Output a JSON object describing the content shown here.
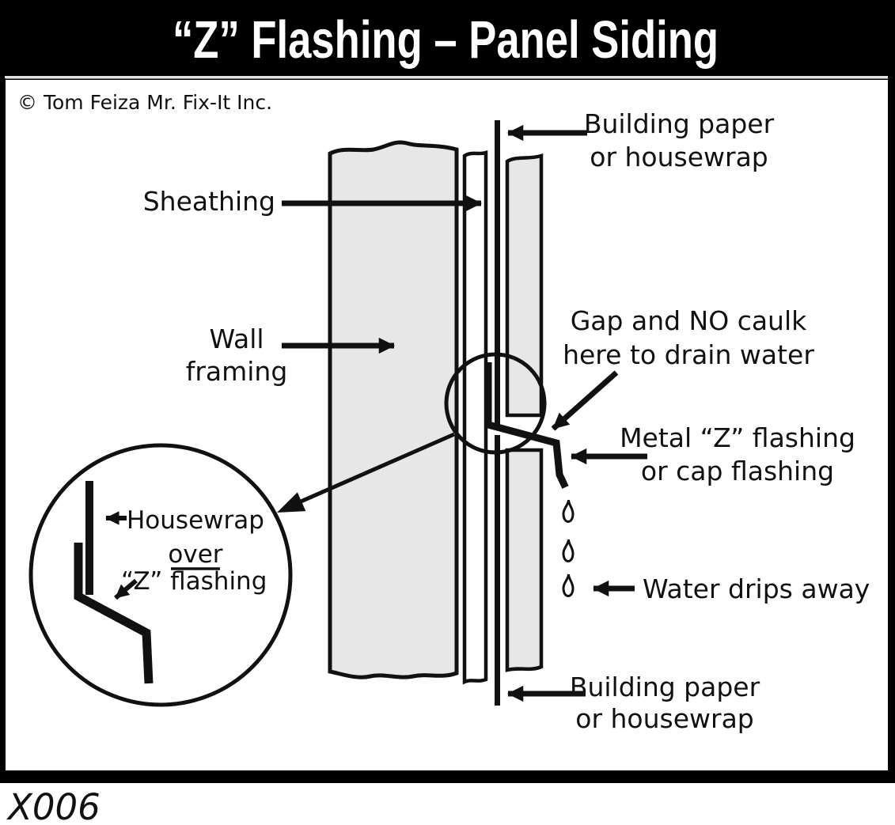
{
  "title": "“Z” Flashing – Panel Siding",
  "copyright": "© Tom Feiza Mr. Fix-It Inc.",
  "figure_id": "X006",
  "labels": {
    "building_paper_top": {
      "line1": "Building paper",
      "line2": "or housewrap"
    },
    "sheathing": "Sheathing",
    "wall_framing": {
      "line1": "Wall",
      "line2": "framing"
    },
    "gap": {
      "line1": "Gap and NO caulk",
      "line2": "here to drain water"
    },
    "metal_flashing": {
      "line1": "Metal “Z” flashing",
      "line2": "or cap flashing"
    },
    "water_drips": "Water drips away",
    "building_paper_bottom": {
      "line1": "Building paper",
      "line2": "or housewrap"
    },
    "detail": {
      "housewrap": "Housewrap",
      "over": "over",
      "z_flashing": "“Z” flashing"
    }
  },
  "colors": {
    "ink": "#111111",
    "panel_fill": "#e7e7e8",
    "title_bg": "#000000",
    "title_fg": "#ffffff"
  }
}
